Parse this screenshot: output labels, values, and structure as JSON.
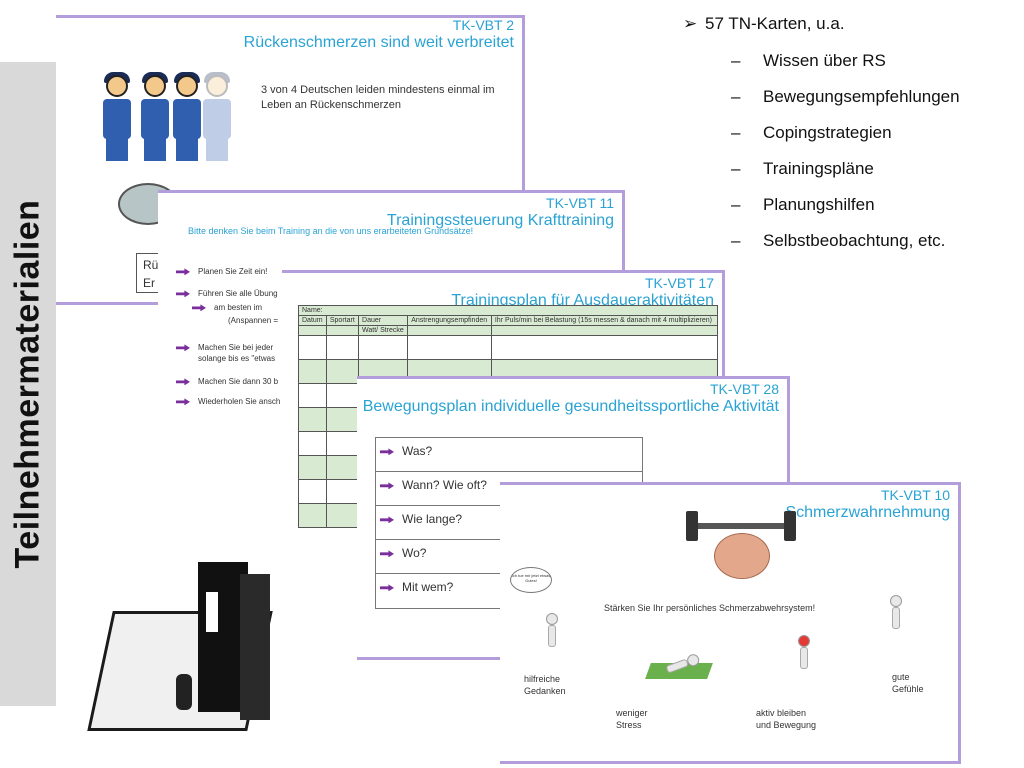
{
  "sidebar": {
    "title": "Teilnehmermaterialien"
  },
  "bullets": {
    "main": "57 TN-Karten, u.a.",
    "main_marker": "➢",
    "sub_marker": "–",
    "items": [
      "Wissen über RS",
      "Bewegungsempfehlungen",
      "Copingstrategien",
      "Trainingspläne",
      "Planungshilfen",
      "Selbstbeobachtung, etc."
    ]
  },
  "cards": {
    "vbt2": {
      "id": "TK-VBT 2",
      "title": "Rückenschmerzen sind weit verbreitet",
      "text": "3 von 4 Deutschen leiden mindestens einmal im Leben an Rückenschmerzen",
      "box_line1": "Rü",
      "box_line2": "Er"
    },
    "vbt11": {
      "id": "TK-VBT 11",
      "title": "Trainingssteuerung Krafttraining",
      "intro": "Bitte denken Sie beim Training an die von uns erarbeiteten Grundsätze!",
      "items": [
        "Planen Sie Zeit ein!",
        "Führen Sie alle Übung",
        "am besten im",
        "(Anspannen =",
        "Machen Sie bei jeder",
        "solange bis es \"etwas",
        "Machen Sie dann 30 b",
        "Wiederholen Sie ansch"
      ]
    },
    "vbt17": {
      "id": "TK-VBT 17",
      "title": "Trainingsplan für Ausdaueraktivitäten",
      "name_label": "Name:",
      "headers": [
        "Datum",
        "Sportart",
        "Dauer",
        "Anstrengungsempfinden",
        "Ihr Puls/min bei Belastung (15s messen & danach mit 4 multiplizieren)"
      ],
      "sub_header": "Watt/ Strecke"
    },
    "vbt28": {
      "id": "TK-VBT 28",
      "title": "Bewegungsplan individuelle gesundheitssportliche Aktivität",
      "questions": [
        "Was?",
        "Wann? Wie oft?",
        "Wie lange?",
        "Wo?",
        "Mit wem?"
      ]
    },
    "vbt10": {
      "id": "TK-VBT 10",
      "title": "Schmerzwahrnehmung",
      "caption": "Stärken Sie Ihr persönliches Schmerzabwehrsystem!",
      "bubble": "Ich tue mir jetzt etwas Gutes!",
      "labels": {
        "helpful_line1": "hilfreiche",
        "helpful_line2": "Gedanken",
        "stress_line1": "weniger",
        "stress_line2": "Stress",
        "active_line1": "aktiv bleiben",
        "active_line2": "und Bewegung",
        "feel_line1": "gute",
        "feel_line2": "Gefühle"
      }
    }
  },
  "colors": {
    "accent": "#2aa3d4",
    "frame": "#b39ddb",
    "arrow": "#7a2f9c",
    "band": "#d9d9d9",
    "table_green": "#d9ead3"
  }
}
